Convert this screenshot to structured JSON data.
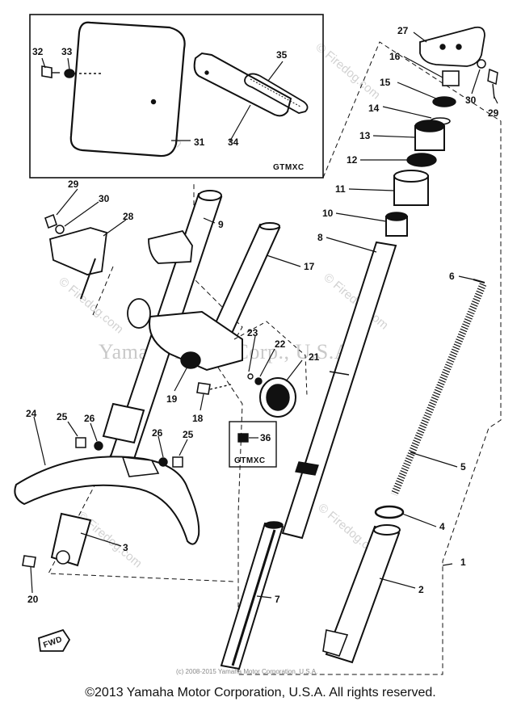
{
  "watermark": {
    "main": "Yamaha Motor Corp., U.S.A.",
    "site": "© Firedog.com",
    "fwd": "FWD"
  },
  "tags": {
    "inset_top": "GTMXC",
    "inset_36": "GTMXC"
  },
  "inner_copyright": "(c) 2008-2015 Yamaha Motor Corporation, U.S.A.",
  "copyright": "©2013 Yamaha Motor Corporation, U.S.A. All rights reserved.",
  "callouts": {
    "c1": "1",
    "c2": "2",
    "c3": "3",
    "c4": "4",
    "c5": "5",
    "c6": "6",
    "c7": "7",
    "c8": "8",
    "c9": "9",
    "c10": "10",
    "c11": "11",
    "c12": "12",
    "c13": "13",
    "c14": "14",
    "c15": "15",
    "c16": "16",
    "c17": "17",
    "c18": "18",
    "c19": "19",
    "c20": "20",
    "c21": "21",
    "c22": "22",
    "c23": "23",
    "c24": "24",
    "c25a": "25",
    "c25b": "25",
    "c26a": "26",
    "c26b": "26",
    "c27": "27",
    "c28": "28",
    "c29a": "29",
    "c29b": "29",
    "c30a": "30",
    "c30b": "30",
    "c31": "31",
    "c32": "32",
    "c33": "33",
    "c34": "34",
    "c35": "35",
    "c36": "36"
  }
}
